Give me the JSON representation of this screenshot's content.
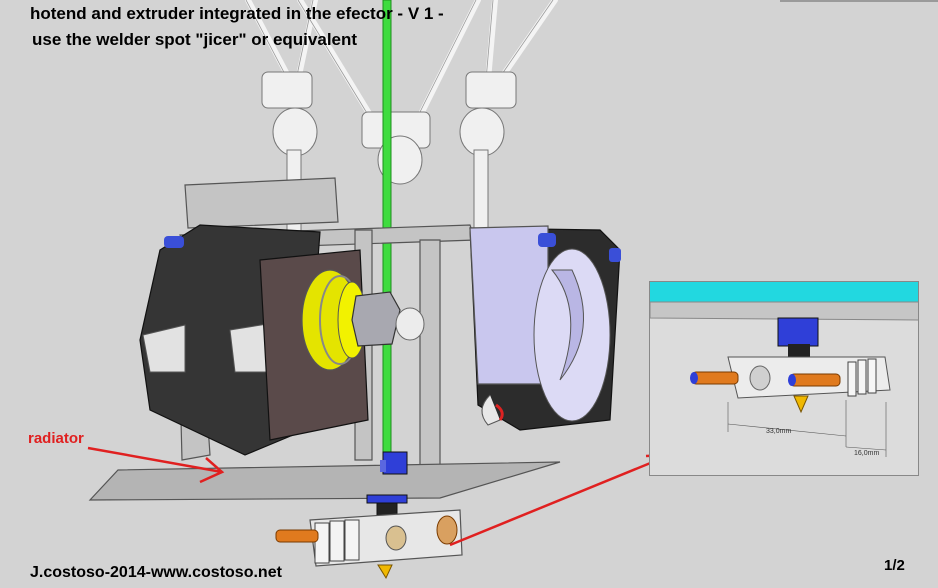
{
  "title": {
    "line1": "hotend and extruder integrated in the efector - V 1  -",
    "line2": "use the welder spot \"jicer\" or equivalent"
  },
  "labels": {
    "radiator": "radiator"
  },
  "inset": {
    "dimension_a": "33,0mm",
    "dimension_b": "16,0mm"
  },
  "footer": {
    "credit": "J.costoso-2014-www.costoso.net",
    "page": "1/2"
  },
  "colors": {
    "background": "#d3d3d3",
    "filament": "#3fdc3f",
    "fan": "#c9c7ee",
    "motor": "#3a3a3a",
    "annotation": "#e02020",
    "inset_bar": "#22d8e0"
  }
}
